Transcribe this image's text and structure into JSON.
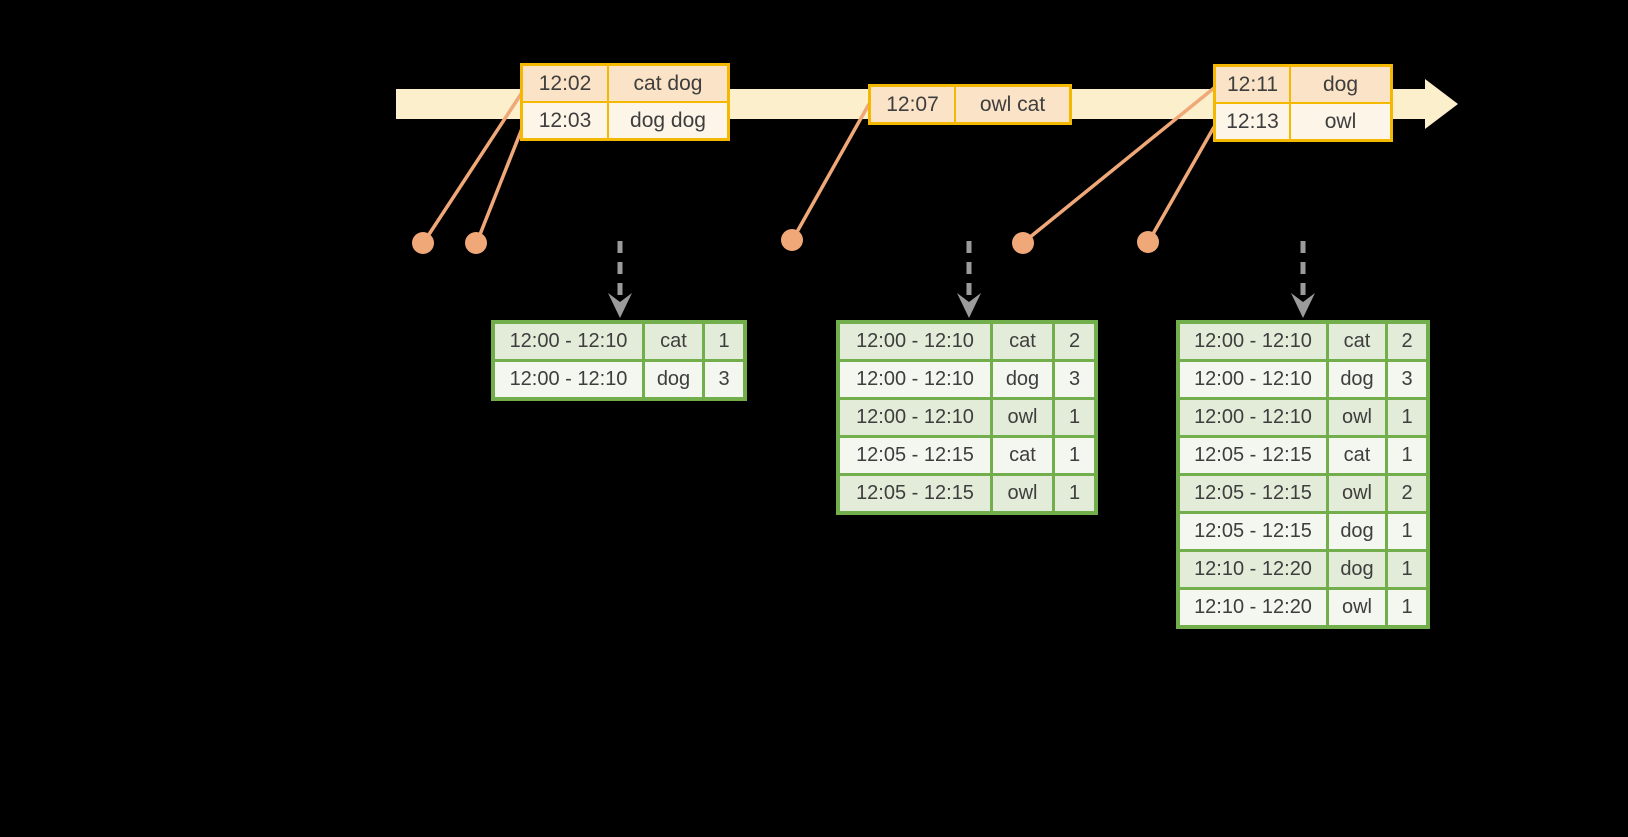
{
  "colors": {
    "background": "#000000",
    "timeline_bar": "#FBF0CB",
    "event_border": "#F5B800",
    "event_row_odd": "#FAE3C6",
    "event_row_even": "#FDF5E8",
    "connector": "#F0A878",
    "result_border": "#72AE4B",
    "result_row_odd": "#E2ECD8",
    "result_row_even": "#F3F7EF",
    "arrow": "#9B9B9B",
    "text": "#3E3E3E"
  },
  "event_batches": [
    {
      "rows": [
        [
          "12:02",
          "cat dog"
        ],
        [
          "12:03",
          "dog dog"
        ]
      ]
    },
    {
      "rows": [
        [
          "12:07",
          "owl cat"
        ]
      ]
    },
    {
      "rows": [
        [
          "12:11",
          "dog"
        ],
        [
          "12:13",
          "owl"
        ]
      ]
    }
  ],
  "result_tables": [
    {
      "rows": [
        [
          "12:00 - 12:10",
          "cat",
          "1"
        ],
        [
          "12:00 - 12:10",
          "dog",
          "3"
        ]
      ]
    },
    {
      "rows": [
        [
          "12:00 - 12:10",
          "cat",
          "2"
        ],
        [
          "12:00 - 12:10",
          "dog",
          "3"
        ],
        [
          "12:00 - 12:10",
          "owl",
          "1"
        ],
        [
          "12:05 - 12:15",
          "cat",
          "1"
        ],
        [
          "12:05 - 12:15",
          "owl",
          "1"
        ]
      ]
    },
    {
      "rows": [
        [
          "12:00 - 12:10",
          "cat",
          "2"
        ],
        [
          "12:00 - 12:10",
          "dog",
          "3"
        ],
        [
          "12:00 - 12:10",
          "owl",
          "1"
        ],
        [
          "12:05 - 12:15",
          "cat",
          "1"
        ],
        [
          "12:05 - 12:15",
          "owl",
          "2"
        ],
        [
          "12:05 - 12:15",
          "dog",
          "1"
        ],
        [
          "12:10 - 12:20",
          "dog",
          "1"
        ],
        [
          "12:10 - 12:20",
          "owl",
          "1"
        ]
      ]
    }
  ]
}
